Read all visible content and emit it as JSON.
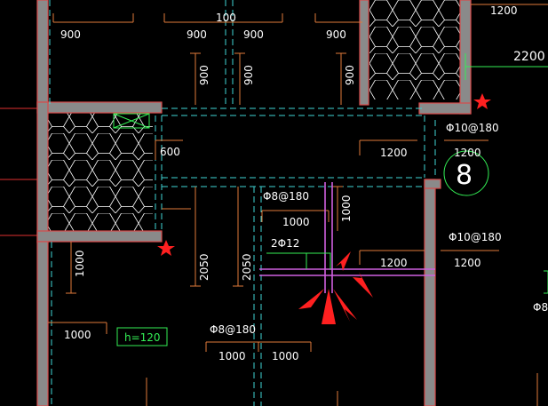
{
  "dims": {
    "top_900_a": "900",
    "top_900_b": "900",
    "top_900_c": "900",
    "top_900_d": "900",
    "top_100": "100",
    "top_1200": "1200",
    "v_900_a": "900",
    "v_900_b": "900",
    "v_900_c": "900",
    "d_2200": "2200",
    "d_600": "600",
    "d_1200_a": "1200",
    "d_1200_b": "1200",
    "d_1000_mid": "1000",
    "v_1000_right": "1000",
    "d_1200_c": "1200",
    "d_1200_d": "1200",
    "v_1000_left": "1000",
    "v_2050_a": "2050",
    "v_2050_b": "2050",
    "d_1000_bl": "1000",
    "d_1000_b2": "1000",
    "d_1000_b3": "1000"
  },
  "labels": {
    "rebar_top_right": "Φ10@180",
    "rebar_mid": "Φ8@180",
    "rebar_2phi12": "2Φ12",
    "rebar_right": "Φ10@180",
    "rebar_bottom": "Φ8@180",
    "rebar_edge": "Φ8",
    "axis_bubble": "8",
    "thickness_box": "h=120"
  },
  "colors": {
    "wall": "#8a8a8a",
    "dimension": "#e07a3a",
    "hidden_line": "#3fd6d6",
    "rebar": "#d060e0",
    "marker": "#ff2020",
    "annotation": "#33ee55"
  }
}
